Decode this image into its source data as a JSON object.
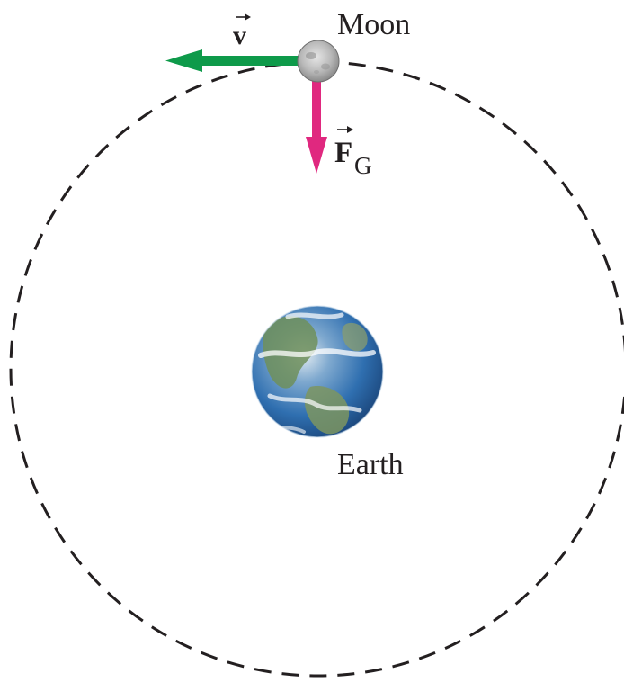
{
  "labels": {
    "moon": "Moon",
    "earth": "Earth",
    "velocity_symbol": "v",
    "force_symbol": "F",
    "force_subscript": "G"
  },
  "colors": {
    "velocity_arrow": "#0e9a4a",
    "force_arrow": "#e0287f",
    "orbit": "#231f20",
    "text": "#231f20",
    "earth_ocean": "#2f6fb0",
    "moon_surface": "#b9b9b9"
  },
  "icons": {
    "moon": "moon-icon",
    "earth": "earth-icon"
  }
}
